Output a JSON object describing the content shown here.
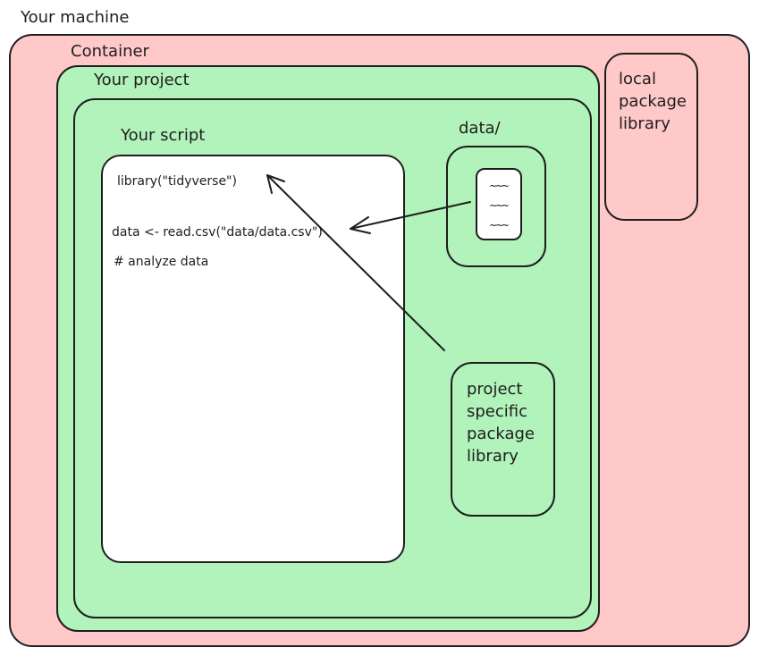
{
  "machine": {
    "label": "Your machine"
  },
  "container": {
    "label": "Container"
  },
  "project": {
    "label": "Your project"
  },
  "script": {
    "label": "Your script",
    "code_lines": [
      "library(\"tidyverse\")",
      "data <- read.csv(\"data/data.csv\")",
      "# analyze data"
    ]
  },
  "data_folder": {
    "label": "data/",
    "file_content": "~~~\n~~~\n~~~"
  },
  "project_library": {
    "label": "project\nspecific\npackage\nlibrary"
  },
  "local_library": {
    "label": "local\npackage\nlibrary"
  },
  "colors": {
    "machine_fill": "#ffc9c9",
    "container_fill": "#b2f2bb",
    "script_fill": "#ffffff",
    "stroke": "#1e1e1e"
  }
}
